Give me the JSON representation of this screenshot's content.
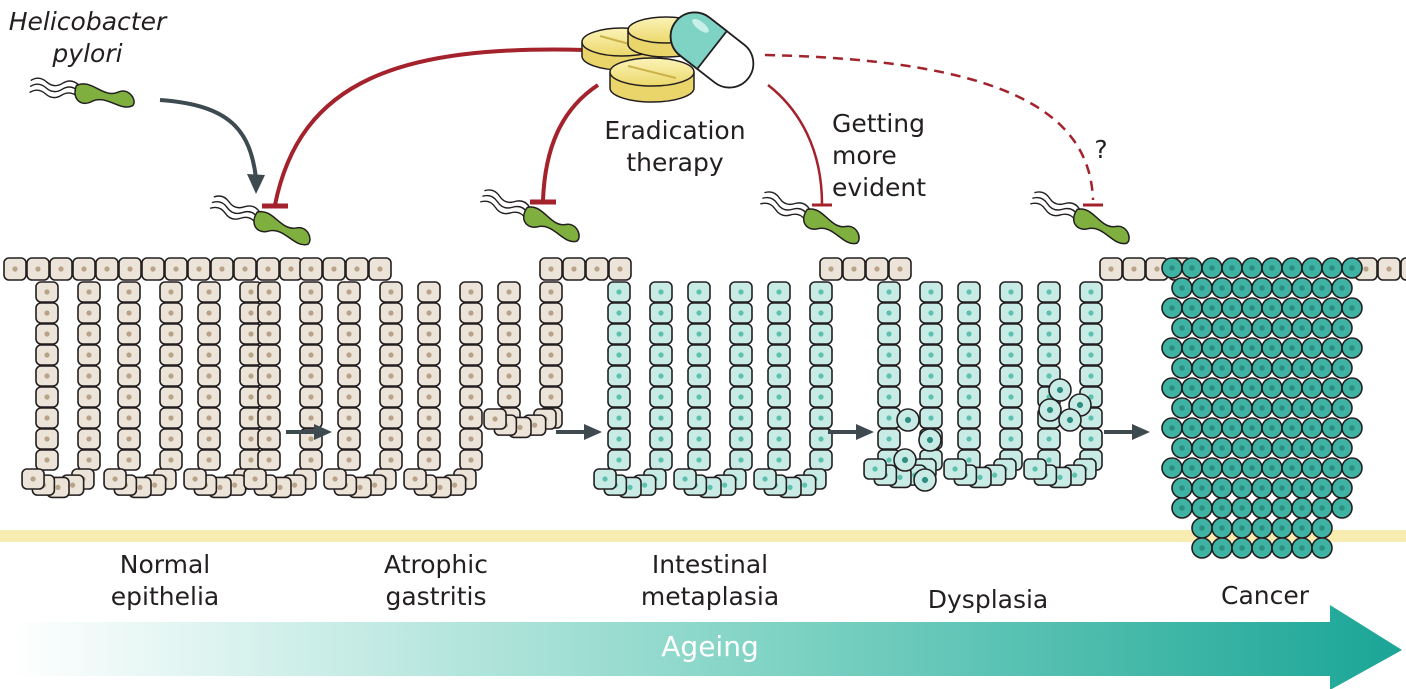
{
  "bacterium_label": {
    "line1": "Helicobacter",
    "line2": "pylori"
  },
  "therapy_label": {
    "line1": "Eradication",
    "line2": "therapy"
  },
  "evidence_label": {
    "line1": "Getting",
    "line2": "more",
    "line3": "evident"
  },
  "unknown_label": "?",
  "stages": [
    {
      "line1": "Normal",
      "line2": "epithelia"
    },
    {
      "line1": "Atrophic",
      "line2": "gastritis"
    },
    {
      "line1": "Intestinal",
      "line2": "metaplasia"
    },
    {
      "line1": "Dysplasia",
      "line2": ""
    },
    {
      "line1": "Cancer",
      "line2": ""
    }
  ],
  "timeline_label": "Ageing",
  "colors": {
    "normal_cell": "#ece4d8",
    "normal_nucleus": "#b8a388",
    "metaplasia_cell": "#c9ebe5",
    "metaplasia_nucleus": "#5cc2b0",
    "cancer_cell": "#3fb3a3",
    "cancer_nucleus": "#2c8f82",
    "inhibition": "#a3222b",
    "progression_arrow": "#3d4a50",
    "bacterium": "#7fb03f",
    "pill_yellow": "#f5e98a",
    "capsule_teal": "#7fd3c4",
    "basement_membrane": "#f8ecb0",
    "ageing_arrow": "#1fa99a"
  }
}
